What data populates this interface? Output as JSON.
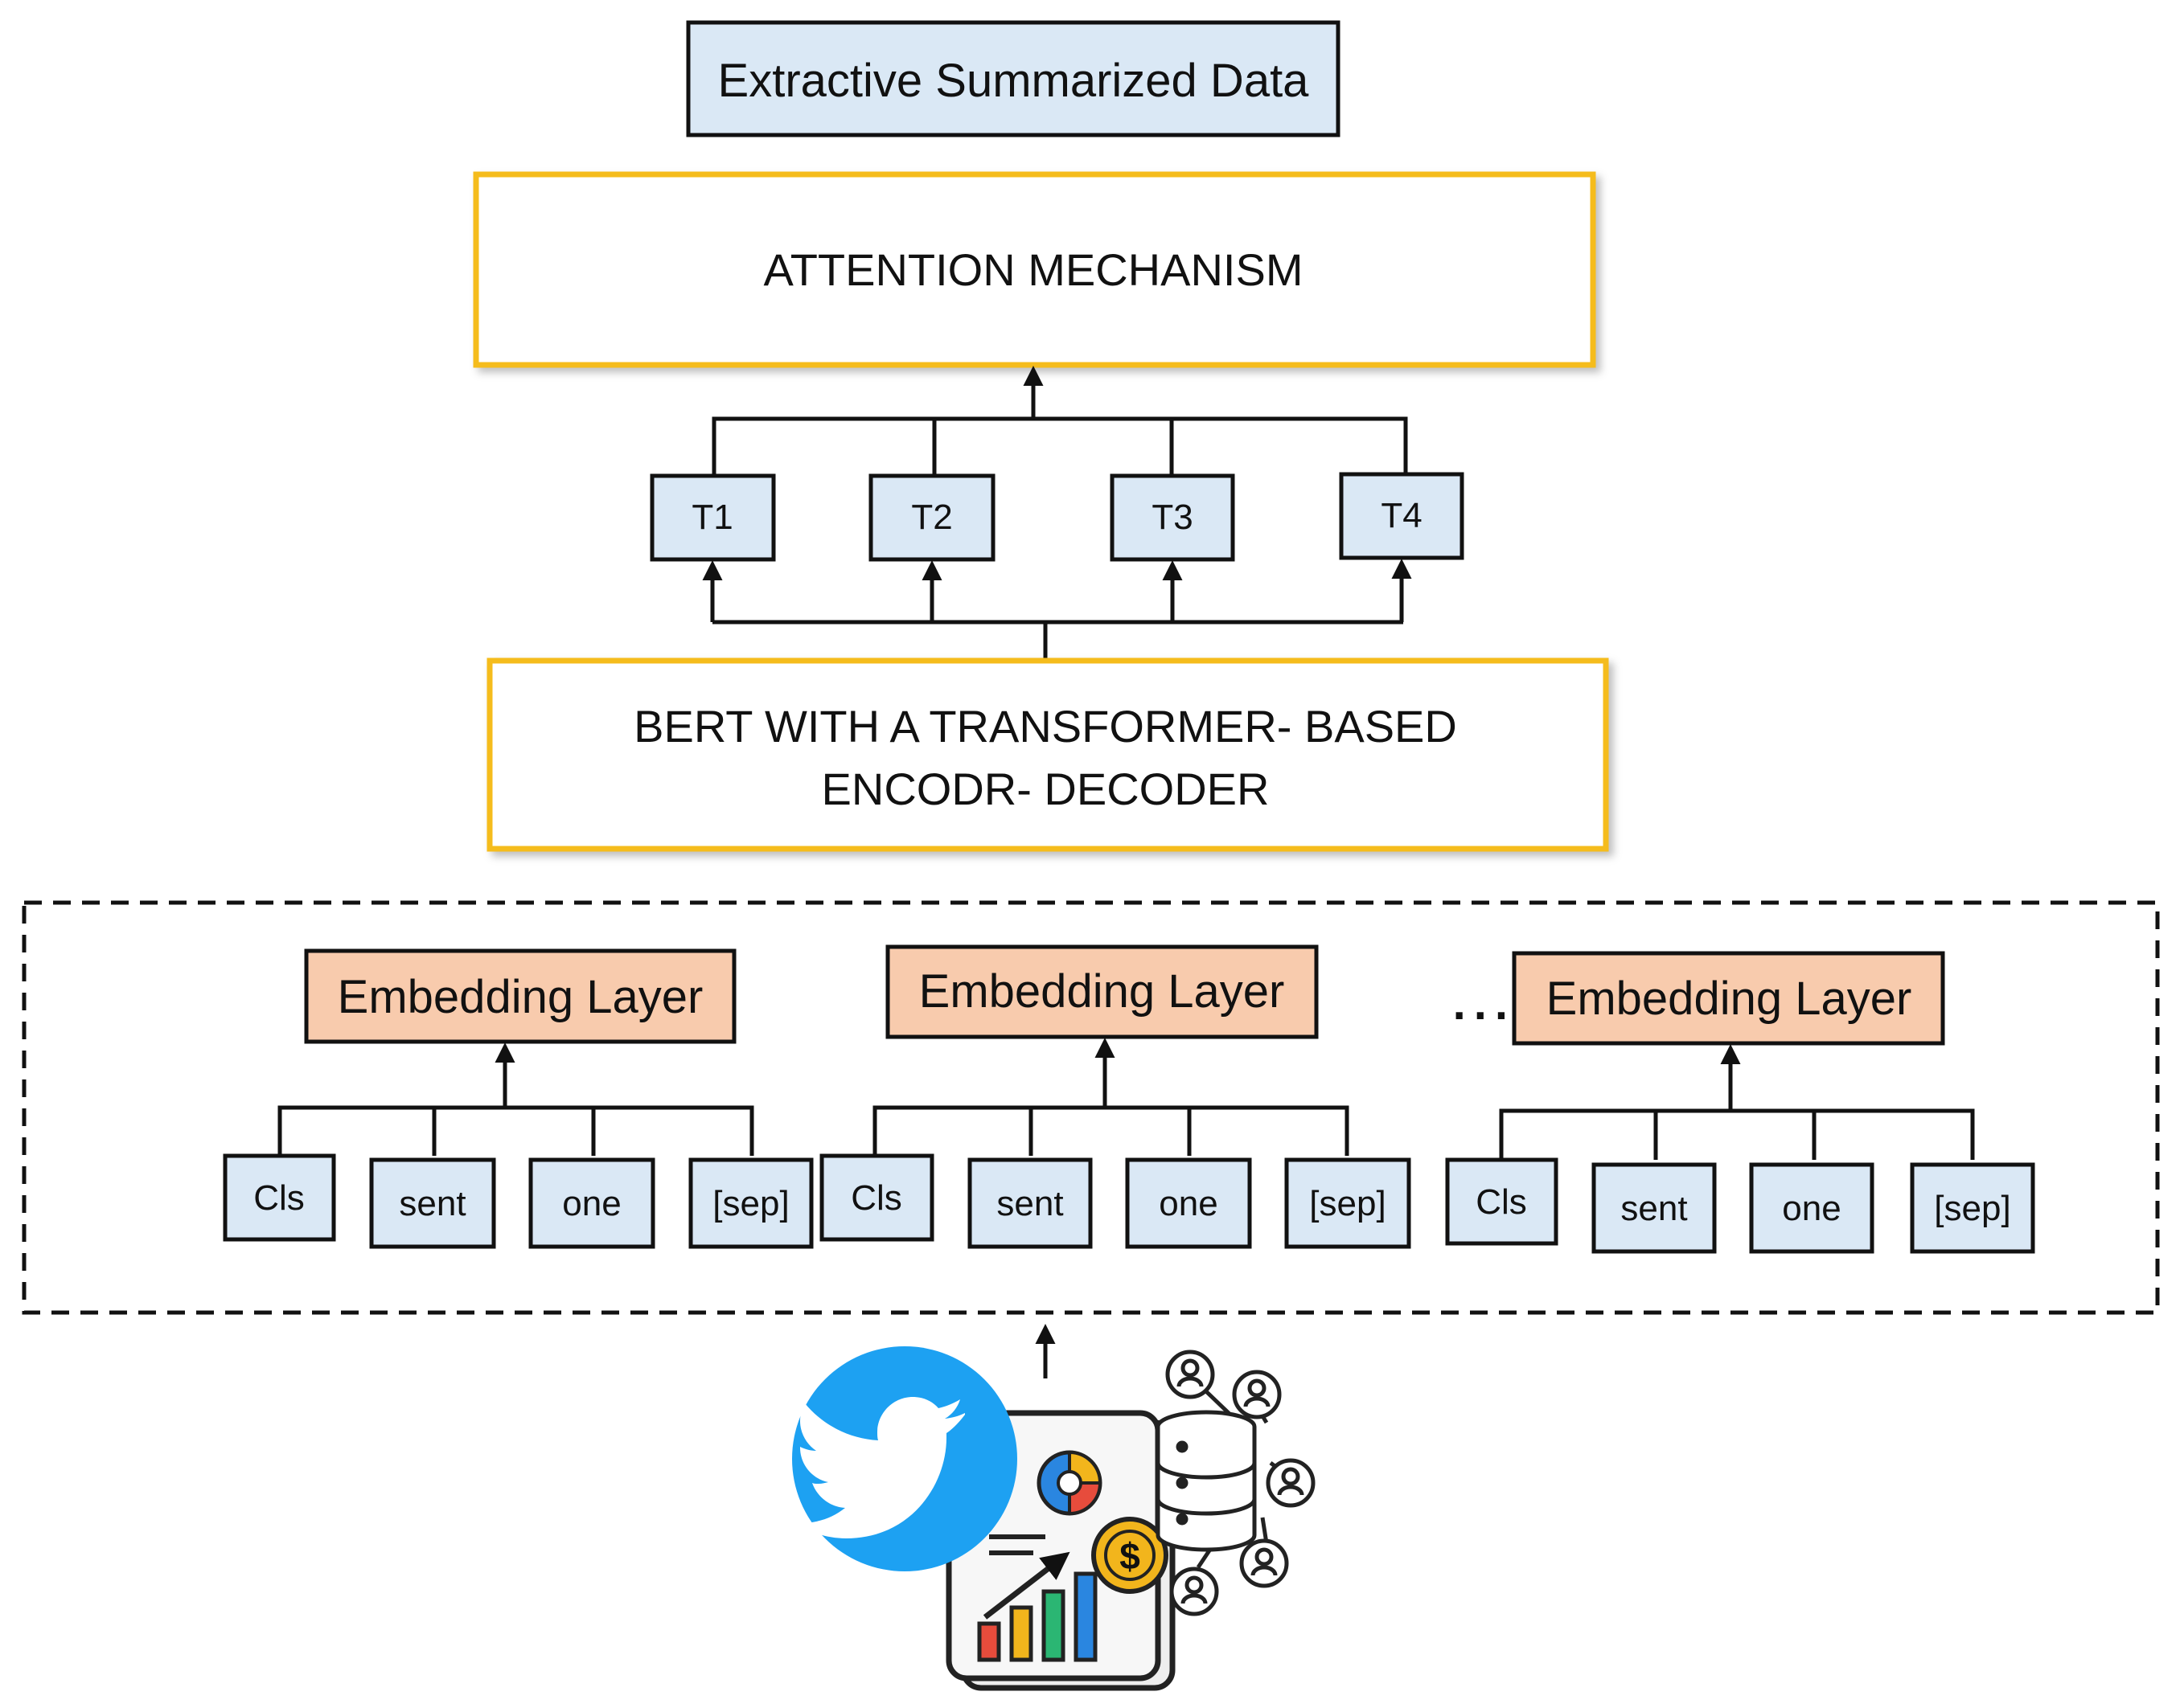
{
  "top_box": {
    "label": "Extractive Summarized Data"
  },
  "attention": {
    "label": "ATTENTION MECHANISM"
  },
  "tokens": [
    "T1",
    "T2",
    "T3",
    "T4"
  ],
  "bert": {
    "line1": "BERT WITH A TRANSFORMER- BASED",
    "line2": "ENCODR- DECODER"
  },
  "embedding_groups": [
    {
      "layer_label": "Embedding Layer",
      "inputs": [
        "Cls",
        "sent",
        "one",
        "[sep]"
      ]
    },
    {
      "layer_label": "Embedding Layer",
      "inputs": [
        "Cls",
        "sent",
        "one",
        "[sep]"
      ]
    },
    {
      "layer_label": "Embedding Layer",
      "inputs": [
        "Cls",
        "sent",
        "one",
        "[sep]"
      ]
    }
  ],
  "ellipsis": "......",
  "colors": {
    "light_blue_box": "#dae8f5",
    "orange_box": "#f8cbad",
    "gold_border": "#f5bc1c",
    "twitter_blue": "#1da1f2",
    "coin_gold": "#f2b51c"
  },
  "icons": [
    "twitter-icon",
    "report-analytics-icon",
    "database-network-icon"
  ]
}
